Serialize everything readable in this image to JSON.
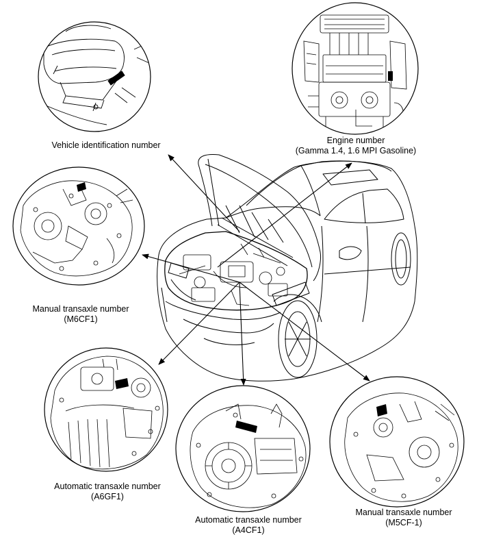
{
  "labels": {
    "vin": {
      "line1": "Vehicle identification number"
    },
    "engine": {
      "line1": "Engine number",
      "line2": "(Gamma 1.4, 1.6 MPI Gasoline)"
    },
    "m6cf1": {
      "line1": "Manual transaxle number",
      "line2": "(M6CF1)"
    },
    "a6gf1": {
      "line1": "Automatic transaxle number",
      "line2": "(A6GF1)"
    },
    "a4cf1": {
      "line1": "Automatic transaxle number",
      "line2": "(A4CF1)"
    },
    "m5cf1": {
      "line1": "Manual transaxle number",
      "line2": "(M5CF-1)"
    }
  },
  "colors": {
    "line": "#000000",
    "paper": "#ffffff",
    "tag": "#000000"
  }
}
